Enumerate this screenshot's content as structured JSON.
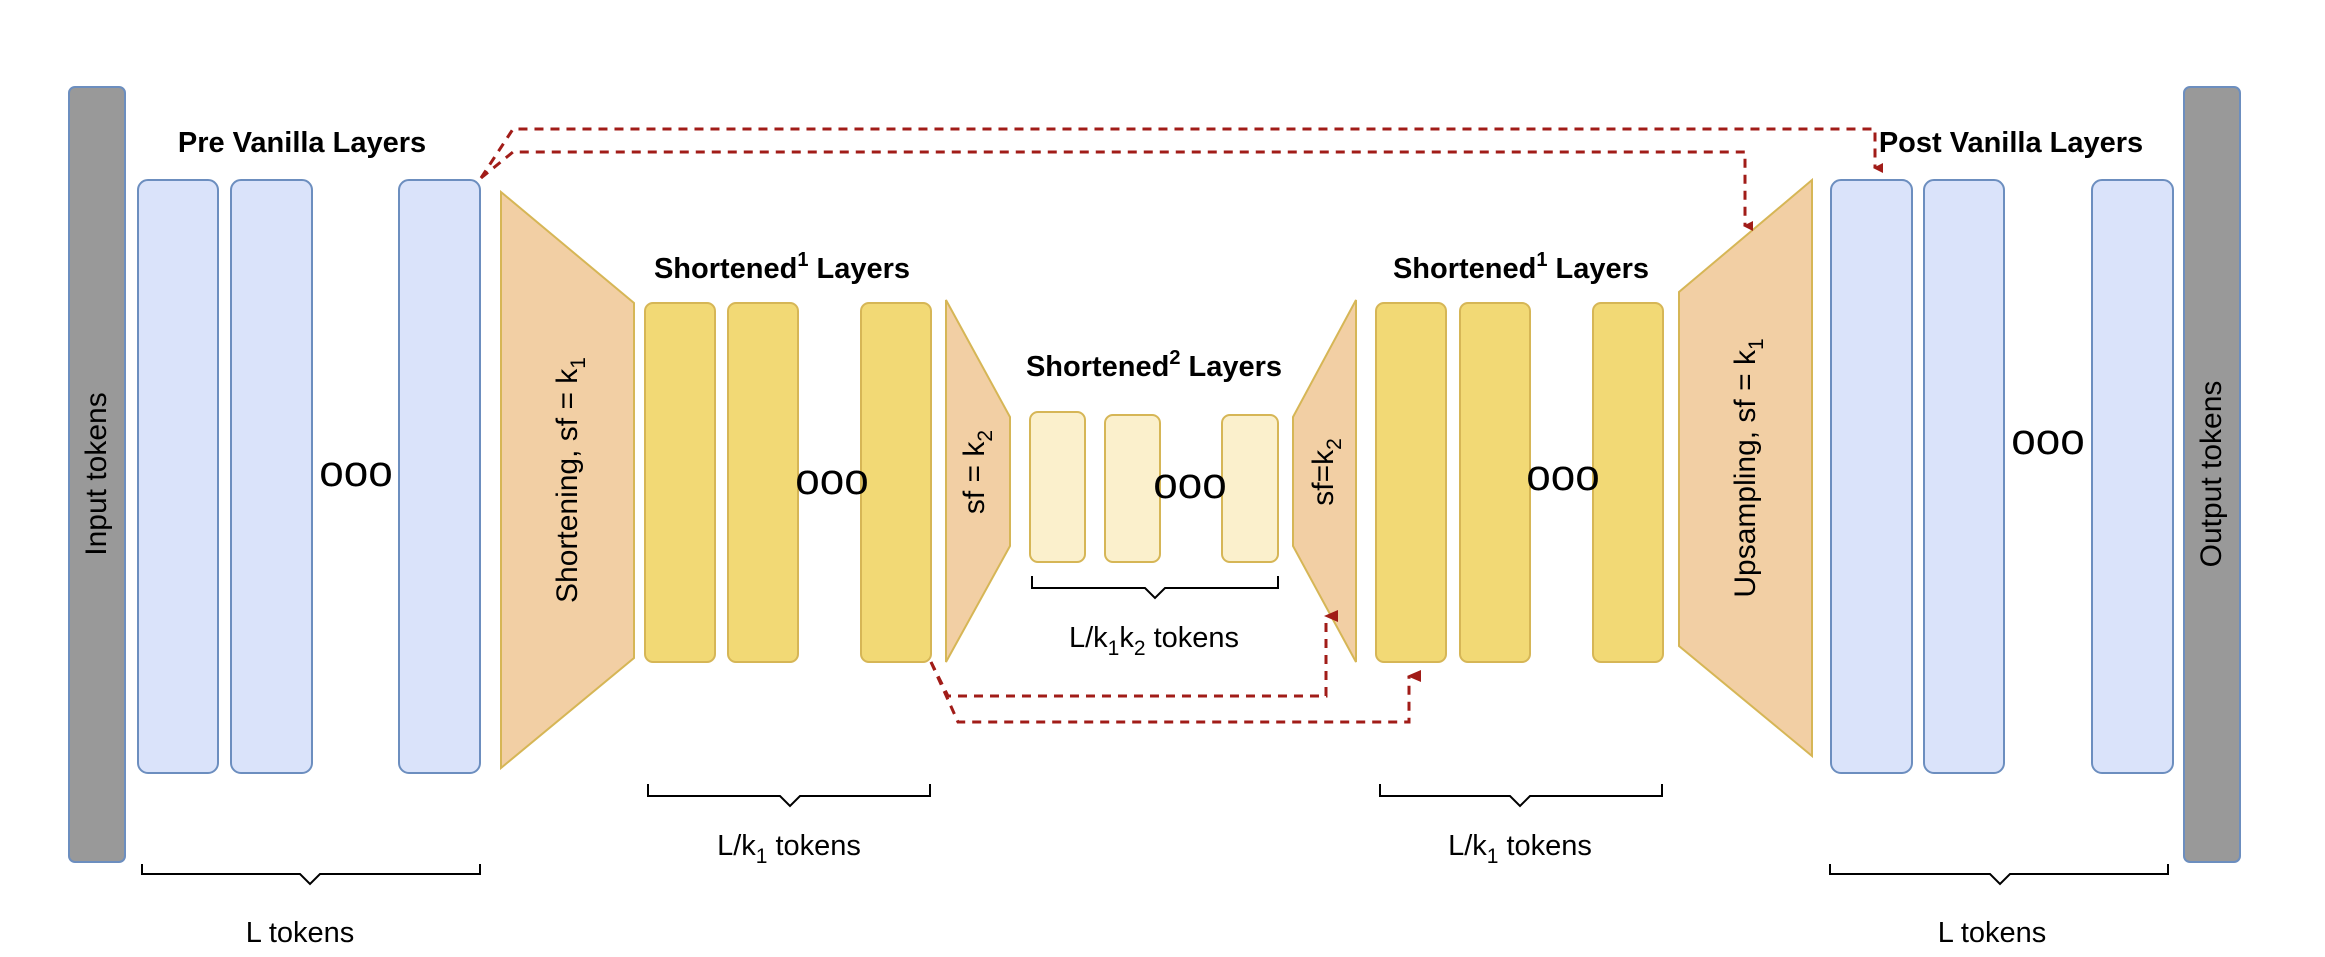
{
  "input_bar": {
    "label": "Input tokens",
    "color": "#999999"
  },
  "output_bar": {
    "label": "Output tokens",
    "color": "#999999"
  },
  "pre_vanilla": {
    "title": "Pre Vanilla Layers",
    "tokens": "L tokens",
    "color": "#dae3fa"
  },
  "post_vanilla": {
    "title": "Post Vanilla Layers",
    "tokens": "L tokens",
    "color": "#dae3fa"
  },
  "shortened1_left": {
    "title_main": "Shortened",
    "title_sup": "1",
    "title_tail": " Layers",
    "tokens_main": "L/k",
    "tokens_sub": "1",
    "tokens_tail": " tokens",
    "color": "#f2d975"
  },
  "shortened1_right": {
    "title_main": "Shortened",
    "title_sup": "1",
    "title_tail": " Layers",
    "tokens_main": "L/k",
    "tokens_sub": "1",
    "tokens_tail": " tokens",
    "color": "#f2d975"
  },
  "shortened2": {
    "title_main": "Shortened",
    "title_sup": "2",
    "title_tail": " Layers",
    "tokens_a": "L/k",
    "tokens_sub1": "1",
    "tokens_b": "k",
    "tokens_sub2": "2",
    "tokens_tail": " tokens",
    "color": "#fbf0cc"
  },
  "shortening": {
    "label_main": "Shortening, sf = k",
    "label_sub": "1",
    "color": "#f2cfa4"
  },
  "shortening2": {
    "label_main": "sf = k",
    "label_sub": "2"
  },
  "upsampling2": {
    "label_main": "sf=k",
    "label_sub": "2"
  },
  "upsampling": {
    "label_main": "Upsampling, sf = k",
    "label_sub": "1"
  },
  "ellipsis": "ooo",
  "skip_color": "#a11c18"
}
